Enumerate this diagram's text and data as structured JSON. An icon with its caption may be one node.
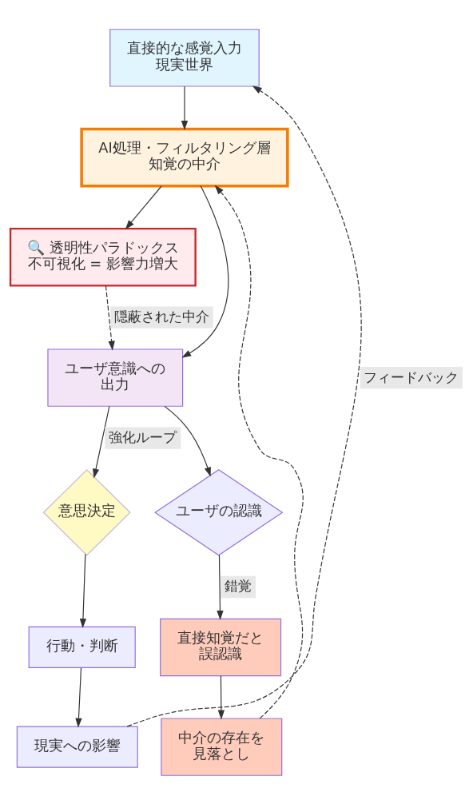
{
  "diagram": {
    "nodes": [
      {
        "text": [
          "直接的な感覚入力",
          "現実世界"
        ]
      },
      {
        "text": [
          "AI処理・フィルタリング層",
          "知覚の中介"
        ]
      },
      {
        "text": [
          "🔍 透明性パラドックス",
          "不可視化 = 影響力増大"
        ]
      },
      {
        "text": [
          "ユーザ意識への出力"
        ]
      },
      {
        "text": [
          "意思決定"
        ]
      },
      {
        "text": [
          "ユーザの認識"
        ]
      },
      {
        "text": [
          "行動・判断"
        ]
      },
      {
        "text": [
          "直接知覚だと誤認識"
        ]
      },
      {
        "text": [
          "現実への影響"
        ]
      },
      {
        "text": [
          "中介の存在を見落とし"
        ]
      }
    ],
    "edges": [
      {
        "from": 0,
        "to": 1,
        "arrow": "to"
      },
      {
        "from": 1,
        "to": 2,
        "arrow": "to"
      },
      {
        "from": 1,
        "to": 3,
        "arrow": "to"
      },
      {
        "from": 2,
        "to": 3,
        "arrow": "to",
        "label": "隠蔽された中介",
        "style": "dashed"
      },
      {
        "from": 3,
        "to": 4,
        "arrow": "to",
        "label": "強化ループ"
      },
      {
        "from": 3,
        "to": 5,
        "arrow": "to"
      },
      {
        "from": 4,
        "to": 6,
        "arrow": "to"
      },
      {
        "from": 5,
        "to": 7,
        "arrow": "to",
        "label": "錯覚"
      },
      {
        "from": 6,
        "to": 8,
        "arrow": "to"
      },
      {
        "from": 7,
        "to": 9,
        "arrow": "to"
      },
      {
        "from": 8,
        "to": 0,
        "arrow": "to",
        "label": "フィードバック",
        "style": "dashed"
      },
      {
        "from": 9,
        "to": 1,
        "arrow": "to",
        "style": "dashed"
      }
    ]
  }
}
